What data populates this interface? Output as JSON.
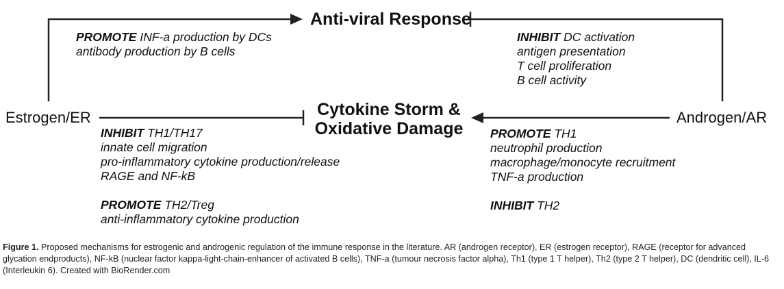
{
  "nodes": {
    "estrogen": "Estrogen/ER",
    "androgen": "Androgen/AR",
    "antiviral": "Anti-viral Response",
    "cytokine_line1": "Cytokine Storm &",
    "cytokine_line2": "Oxidative Damage"
  },
  "estrogen_antiviral": {
    "verb": "PROMOTE",
    "line1": "INF-a production by DCs",
    "line2": "antibody production by B cells"
  },
  "androgen_antiviral": {
    "verb": "INHIBIT",
    "line1": "DC activation",
    "line2": "antigen presentation",
    "line3": "T cell proliferation",
    "line4": "B cell activity"
  },
  "estrogen_cytokine": {
    "inhibit_verb": "INHIBIT",
    "inhibit_line1": "TH1/TH17",
    "inhibit_line2": "innate cell migration",
    "inhibit_line3": "pro-inflammatory cytokine production/release",
    "inhibit_line4": "RAGE and NF-kB",
    "promote_verb": "PROMOTE",
    "promote_line1": "TH2/Treg",
    "promote_line2": "anti-inflammatory cytokine production"
  },
  "androgen_cytokine": {
    "promote_verb": "PROMOTE",
    "promote_line1": "TH1",
    "promote_line2": "neutrophil production",
    "promote_line3": "macrophage/monocyte recruitment",
    "promote_line4": "TNF-a production",
    "inhibit_verb": "INHIBIT",
    "inhibit_line1": "TH2"
  },
  "caption": {
    "label": "Figure 1.",
    "text": " Proposed mechanisms for estrogenic and androgenic regulation of the immune response in the literature. AR (androgen receptor), ER (estrogen receptor), RAGE (receptor for advanced glycation endproducts), NF-kB (nuclear factor kappa-light-chain-enhancer of activated B cells), TNF-a (tumour necrosis factor alpha), Th1 (type 1 T helper), Th2 (type 2 T helper), DC (dendritic cell), IL-6 (Interleukin 6). Created with BioRender.com"
  },
  "colors": {
    "line": "#222222"
  }
}
